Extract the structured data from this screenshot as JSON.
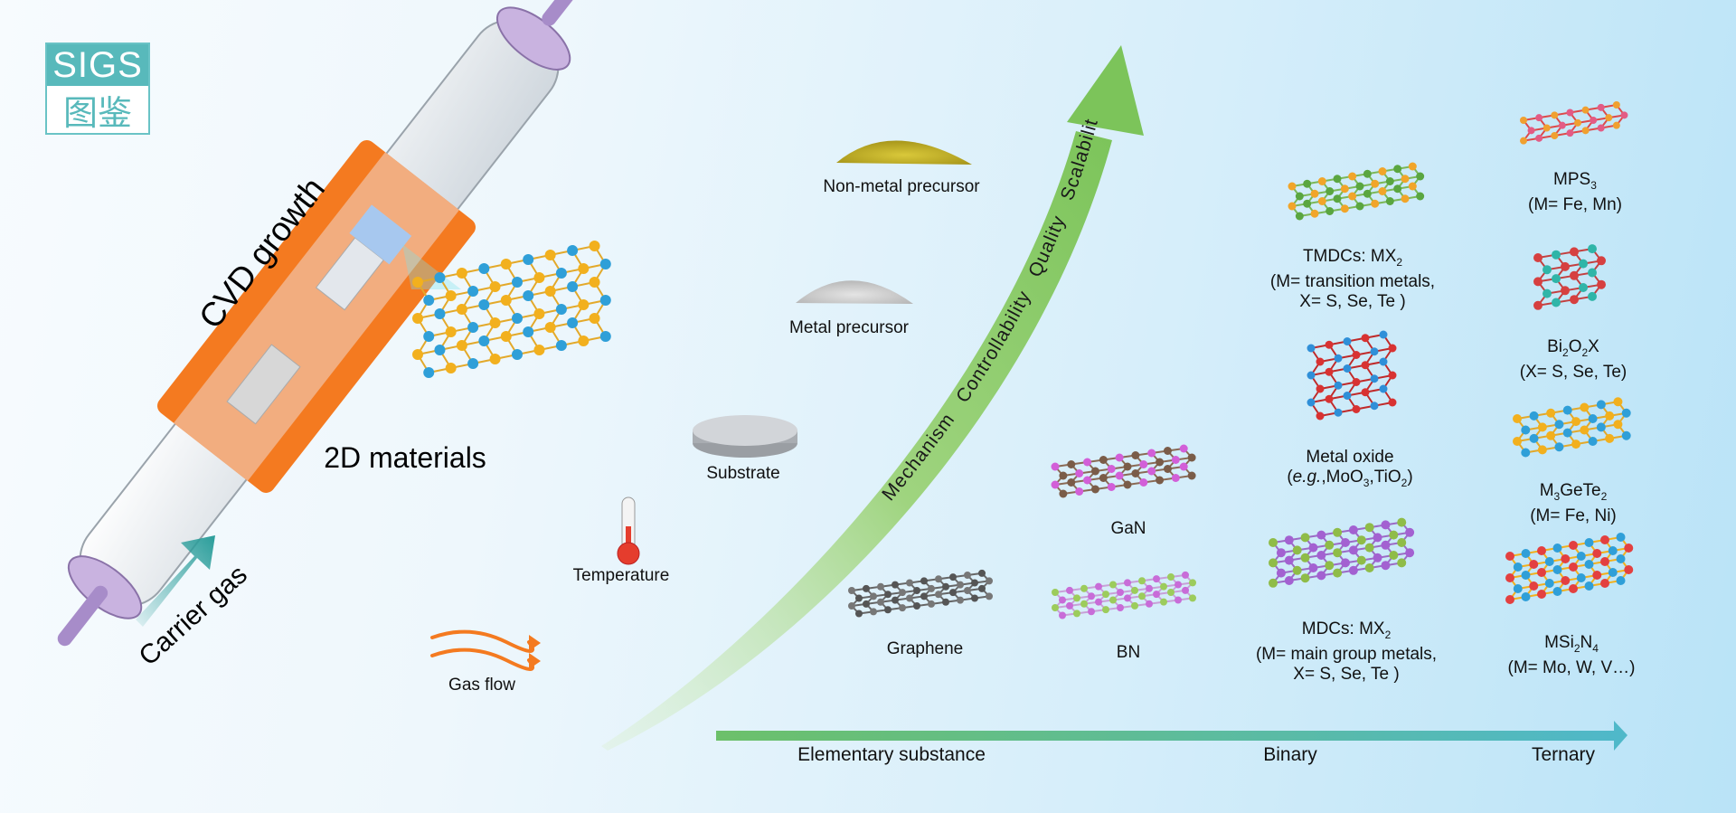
{
  "logo": {
    "top_text": "SIGS",
    "bottom_text": "图鉴"
  },
  "furnace": {
    "title": "CVD growth",
    "materials_label": "2D materials",
    "carrier_label": "Carrier gas"
  },
  "inputs": {
    "non_metal": "Non-metal precursor",
    "metal": "Metal precursor",
    "substrate": "Substrate",
    "temperature": "Temperature",
    "gas_flow": "Gas flow"
  },
  "curve_words": [
    "Mechanism",
    "Controllability",
    "Quality",
    "Scalability"
  ],
  "axis": {
    "elementary": "Elementary substance",
    "binary": "Binary",
    "ternary": "Ternary"
  },
  "materials": {
    "graphene": "Graphene",
    "gan": "GaN",
    "bn": "BN",
    "tmdc": {
      "line1_main": "TMDCs: MX",
      "line1_sub": "2",
      "line2": "(M= transition metals,",
      "line3": "X= S, Se, Te )"
    },
    "metal_oxide": {
      "line1": "Metal oxide",
      "line2_pre": "e.g.",
      "line2_a": ",MoO",
      "line2_a_sub": "3",
      "line2_b": ",TiO",
      "line2_b_sub": "2",
      "line2_end": ")"
    },
    "mdc": {
      "line1_main": "MDCs: MX",
      "line1_sub": "2",
      "line2": "(M= main group metals,",
      "line3": "X= S, Se, Te )"
    },
    "mps3": {
      "line1_main": "MPS",
      "line1_sub": "3",
      "line2": "(M= Fe, Mn)"
    },
    "bi2o2x": {
      "a": "Bi",
      "a_sub": "2",
      "b": "O",
      "b_sub": "2",
      "c": "X",
      "line2": "(X= S, Se, Te)"
    },
    "m3gete2": {
      "a": "M",
      "a_sub": "3",
      "b": "GeTe",
      "b_sub": "2",
      "line2": "(M= Fe, Ni)"
    },
    "msi2n4": {
      "a": "MSi",
      "a_sub": "2",
      "b": "N",
      "b_sub": "4",
      "line2": "(M= Mo, W, V…)"
    }
  },
  "colors": {
    "furnace": "#f47a20",
    "arrow_green": "#7cc45a",
    "axis_teal": "#4fb8c9",
    "logo_teal": "#58b9bb"
  }
}
